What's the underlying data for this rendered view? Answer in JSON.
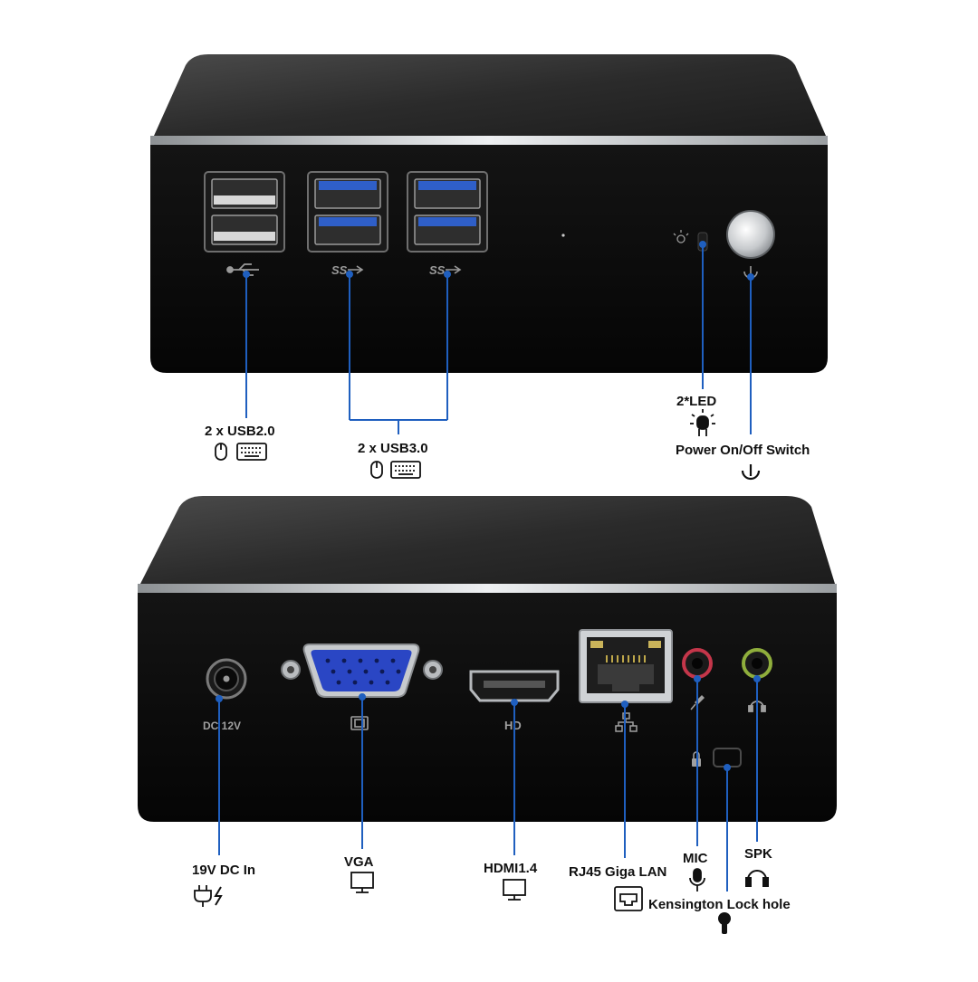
{
  "colors": {
    "background": "#ffffff",
    "device_top": "#2a2a2a",
    "device_face": "#0c0c0c",
    "bezel_silver": "#cfd3d6",
    "usb3_blue": "#2f5fc8",
    "usb2_grey": "#d5d5d5",
    "callout_line": "#1f5fbf",
    "label_text": "#111111",
    "mic_ring": "#c4364a",
    "spk_ring": "#8fae3c",
    "vga_blue": "#2a46c4"
  },
  "front": {
    "port_prints": {
      "usb2": "usb-symbol",
      "usb3_a": "SS",
      "usb3_b": "SS"
    },
    "labels": {
      "usb2": "2 x USB2.0",
      "usb3": "2 x USB3.0",
      "led": "2*LED",
      "power": "Power On/Off Switch"
    },
    "icons": [
      "usb-symbol-icon",
      "mouse-icon",
      "keyboard-icon",
      "led-icon",
      "power-icon"
    ]
  },
  "rear": {
    "port_prints": {
      "dc": "DC 12V",
      "hdmi": "HD"
    },
    "labels": {
      "dc_in": "19V DC In",
      "vga": "VGA",
      "hdmi": "HDMI1.4",
      "lan": "RJ45 Giga LAN",
      "mic": "MIC",
      "spk": "SPK",
      "kensington": "Kensington Lock hole"
    },
    "icons": [
      "power-plug-icon",
      "monitor-icon",
      "network-icon",
      "microphone-icon",
      "headphones-icon",
      "lock-icon",
      "keyhole-icon"
    ]
  }
}
